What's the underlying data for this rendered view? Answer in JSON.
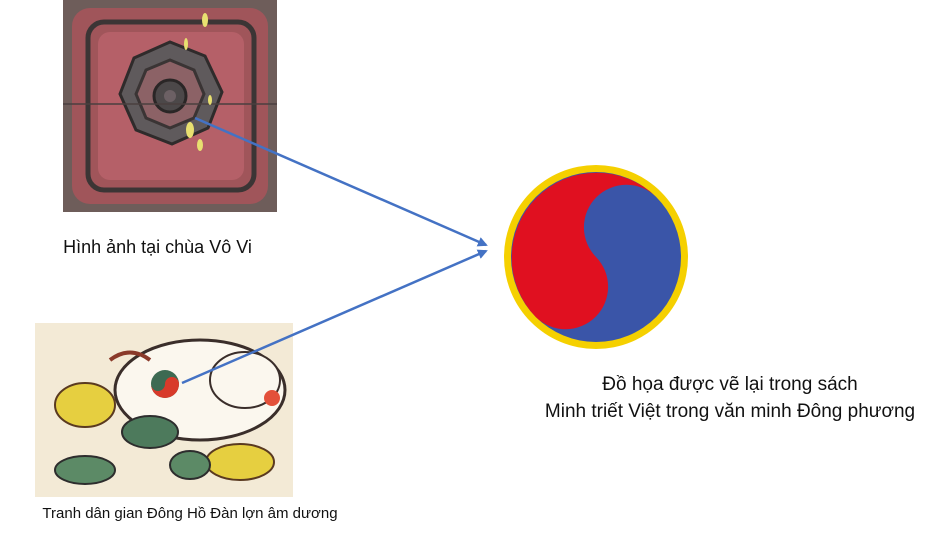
{
  "captions": {
    "temple_image": "Hình ảnh tại chùa Vô Vi",
    "folk_painting": "Tranh dân gian Đông Hồ Đàn lợn âm dương",
    "redrawn_line1": "Đồ họa được vẽ lại trong sách",
    "redrawn_line2": "Minh triết Việt trong văn minh Đông phương"
  },
  "colors": {
    "arrow": "#4472c4",
    "symbol_red": "#e01020",
    "symbol_blue": "#3a55a8",
    "symbol_ring": "#f5d000"
  }
}
